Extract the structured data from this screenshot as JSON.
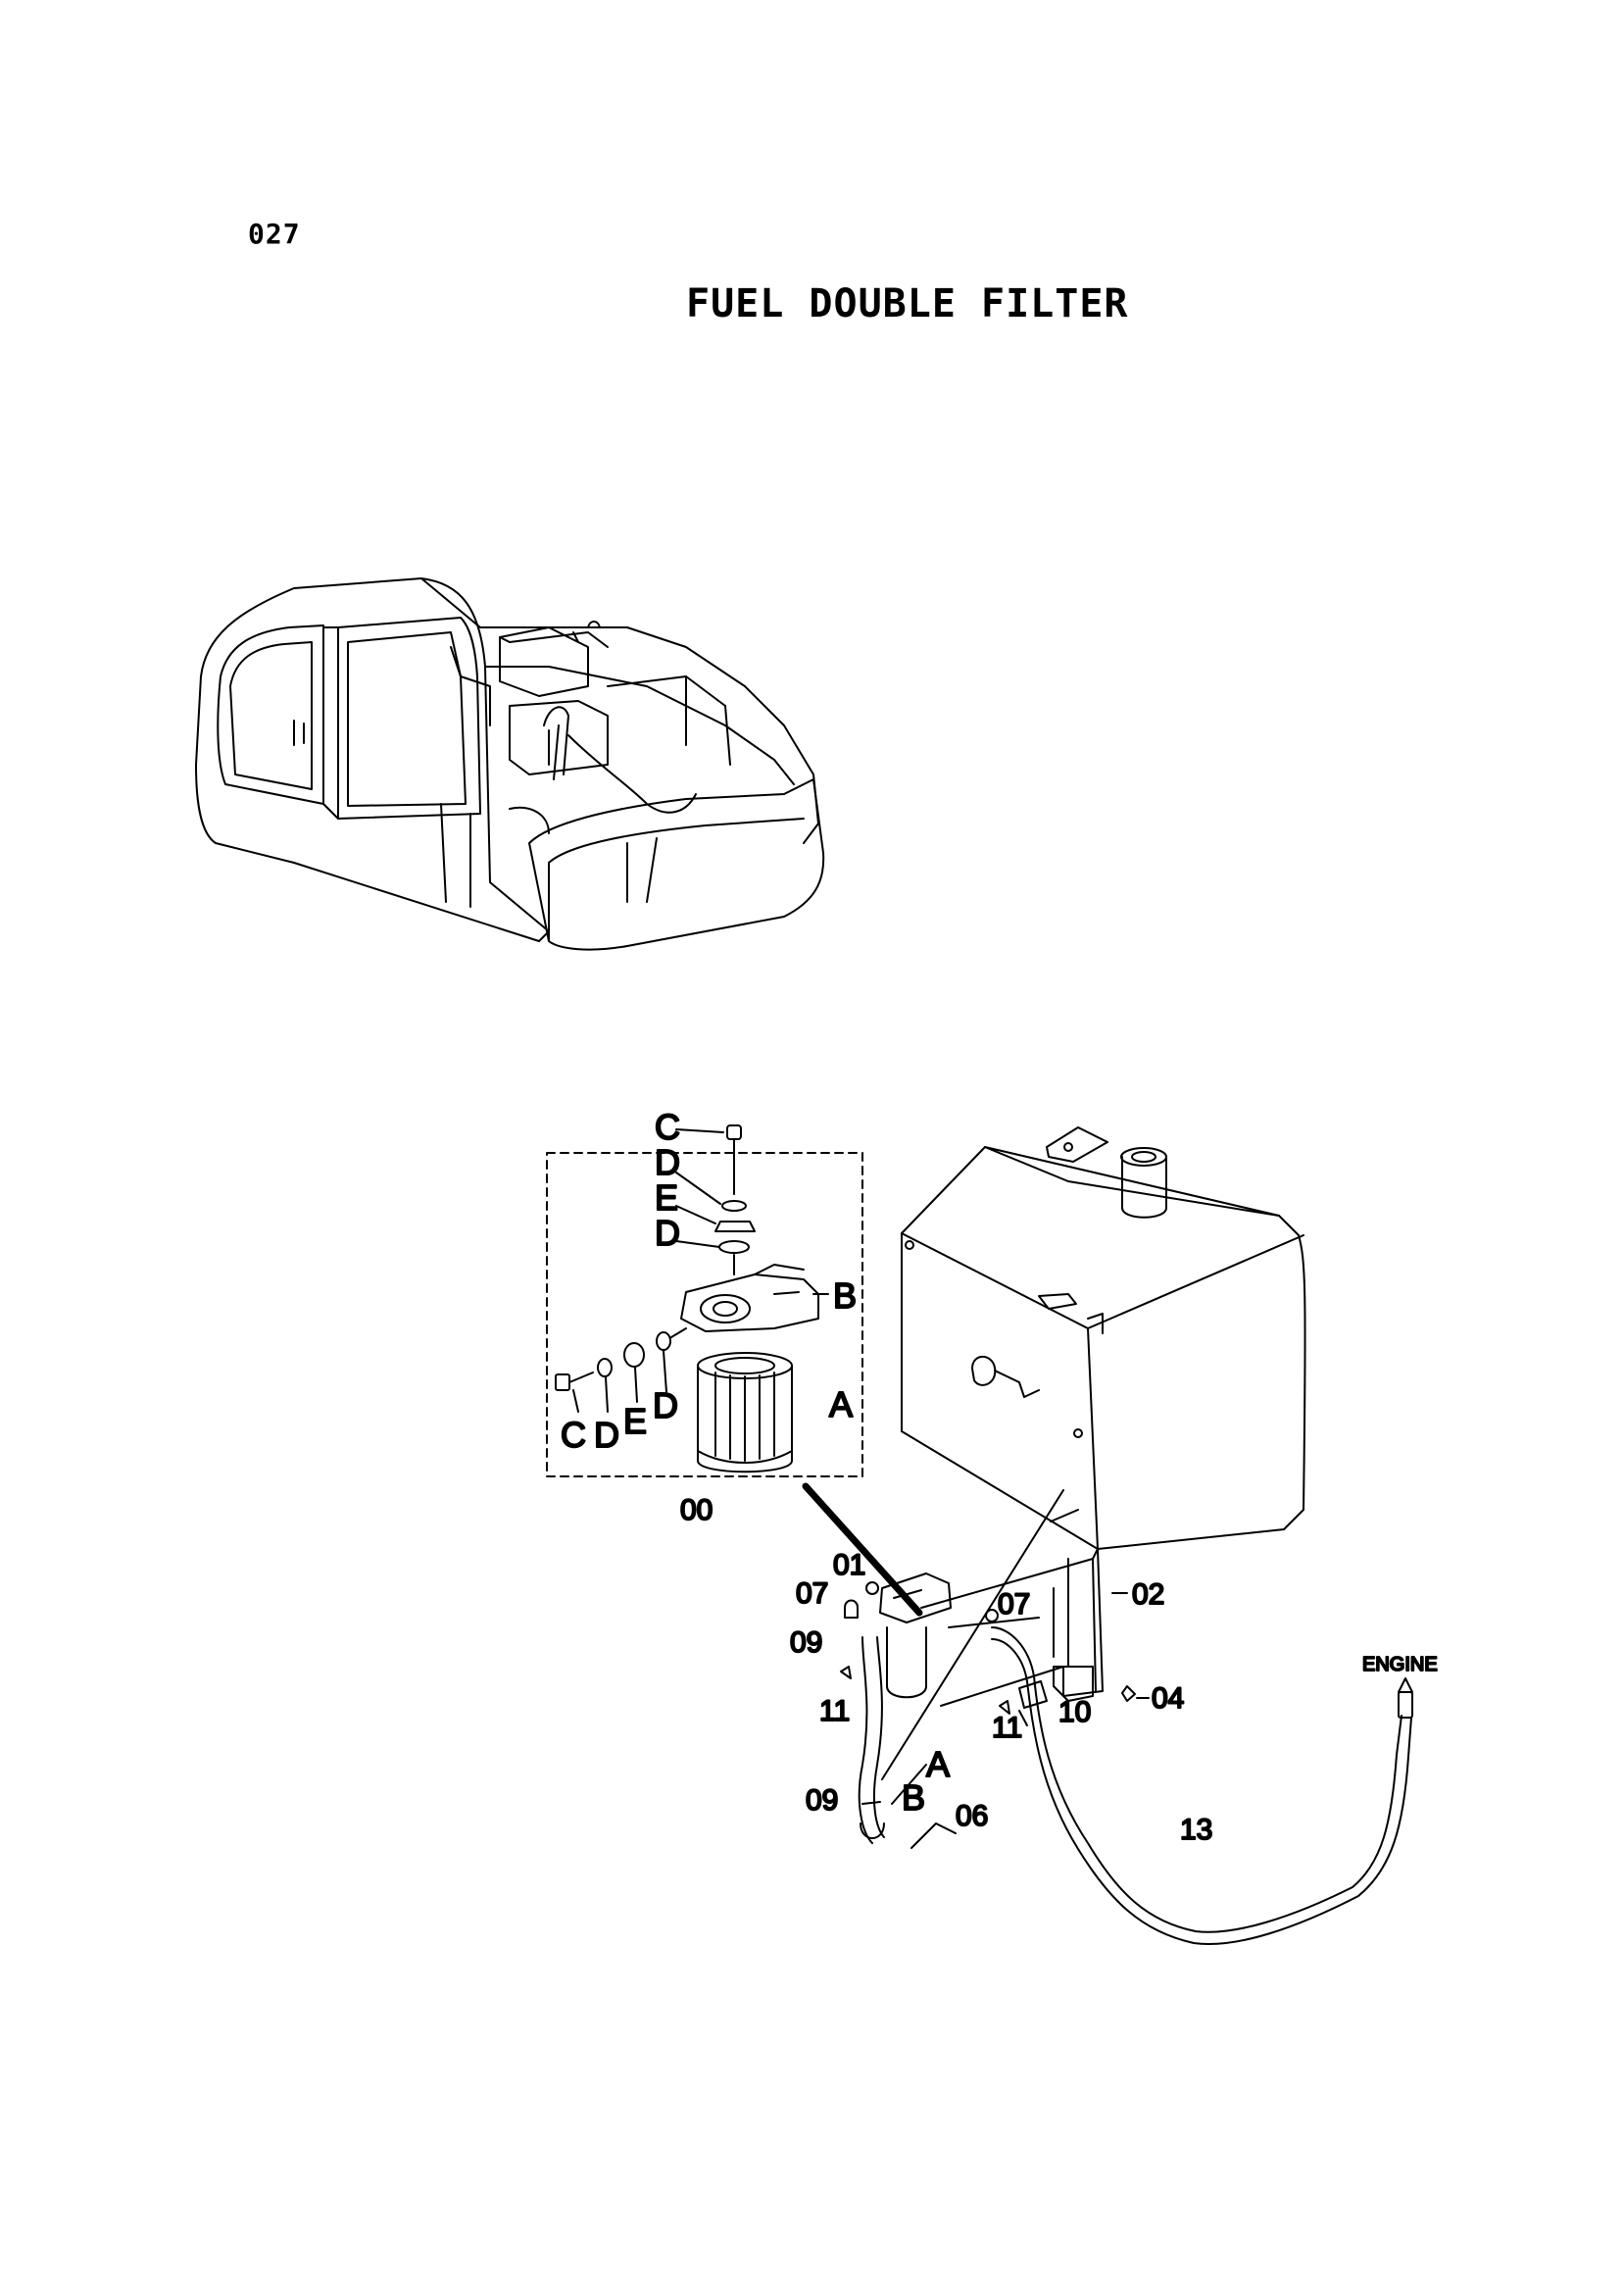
{
  "page": {
    "number": "027",
    "title": "FUEL DOUBLE FILTER"
  },
  "detail": {
    "callouts": {
      "c_top": "C",
      "d_top": "D",
      "e_top": "E",
      "d_mid": "D",
      "b": "B",
      "c_bot": "C",
      "d_bot": "D",
      "e_bot": "E",
      "d_bot2": "D",
      "a": "A"
    },
    "assembly_label": "00"
  },
  "assembly": {
    "callouts": {
      "p01": "01",
      "p07_left": "07",
      "p07_right": "07",
      "p02": "02",
      "p09_top": "09",
      "p04": "04",
      "p11_left": "11",
      "p11_right": "11",
      "p10": "10",
      "a": "A",
      "b": "B",
      "p06": "06",
      "p09_bot": "09",
      "p13": "13"
    },
    "engine_label": "ENGINE"
  },
  "colors": {
    "ink": "#000000",
    "background": "#ffffff"
  }
}
